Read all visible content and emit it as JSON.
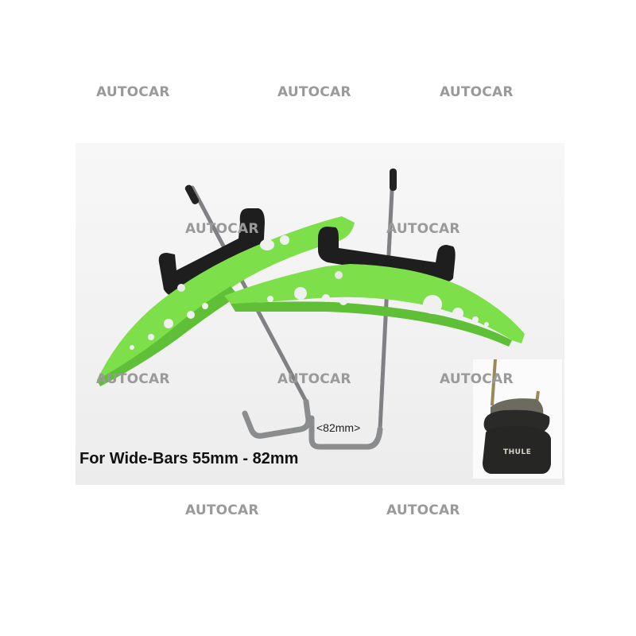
{
  "image": {
    "description": "Product photo of two green roof bar ladder/kayak holder brackets with black clamps and bent steel J-hooks, with a Thule roof rack foot inset",
    "colors": {
      "bracket_green": "#7de04a",
      "clamp_black": "#1e1e1e",
      "rod_grey": "#8a8c8e",
      "watermark_grey": "#9a9a9a"
    }
  },
  "watermarks": [
    {
      "text": "AUTOCAR"
    },
    {
      "text": "AUTOCAR"
    },
    {
      "text": "AUTOCAR"
    },
    {
      "text": "AUTOCAR"
    },
    {
      "text": "AUTOCAR"
    },
    {
      "text": "AUTOCAR"
    },
    {
      "text": "AUTOCAR"
    },
    {
      "text": "AUTOCAR"
    },
    {
      "text": "AUTOCAR"
    },
    {
      "text": "AUTOCAR"
    }
  ],
  "caption": "For Wide-Bars 55mm - 82mm",
  "dimension_label": "<82mm>",
  "inset": {
    "brand_label": "THULE"
  }
}
